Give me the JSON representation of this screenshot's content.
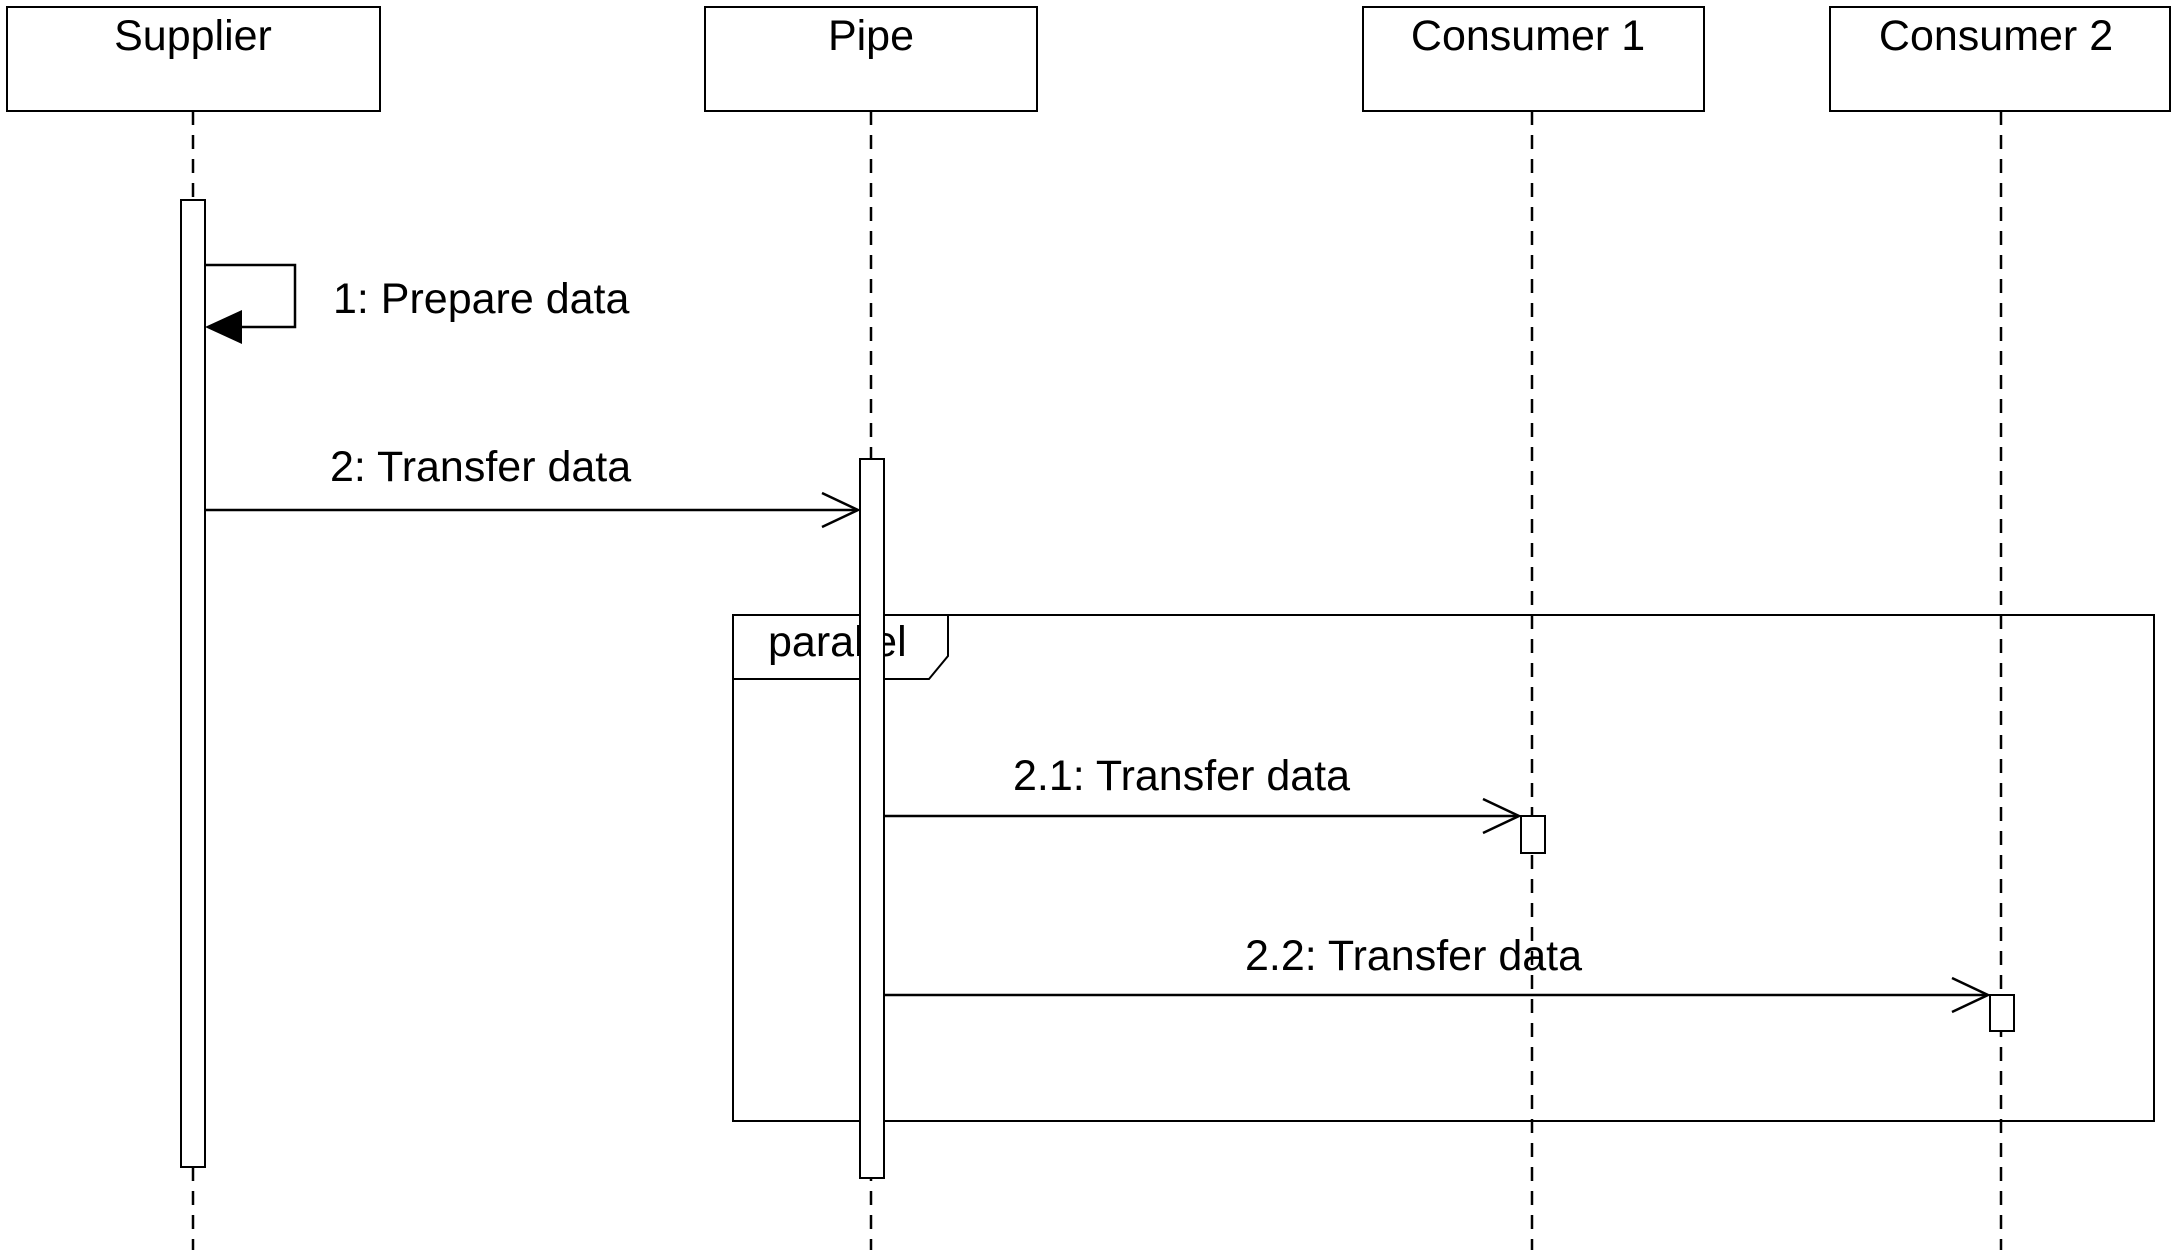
{
  "participants": [
    {
      "id": "supplier",
      "label": "Supplier"
    },
    {
      "id": "pipe",
      "label": "Pipe"
    },
    {
      "id": "consumer1",
      "label": "Consumer 1"
    },
    {
      "id": "consumer2",
      "label": "Consumer 2"
    }
  ],
  "messages": [
    {
      "id": "m1",
      "label": "1: Prepare data",
      "from": "Supplier",
      "to": "Supplier",
      "kind": "synchronous self-call"
    },
    {
      "id": "m2",
      "label": "2: Transfer data",
      "from": "Supplier",
      "to": "Pipe",
      "kind": "asynchronous"
    },
    {
      "id": "m21",
      "label": "2.1: Transfer data",
      "from": "Pipe",
      "to": "Consumer 1",
      "kind": "asynchronous"
    },
    {
      "id": "m22",
      "label": "2.2: Transfer data",
      "from": "Pipe",
      "to": "Consumer 2",
      "kind": "asynchronous"
    }
  ],
  "fragment": {
    "operator": "parallel"
  },
  "colors": {
    "line": "#000000",
    "background": "#ffffff"
  }
}
